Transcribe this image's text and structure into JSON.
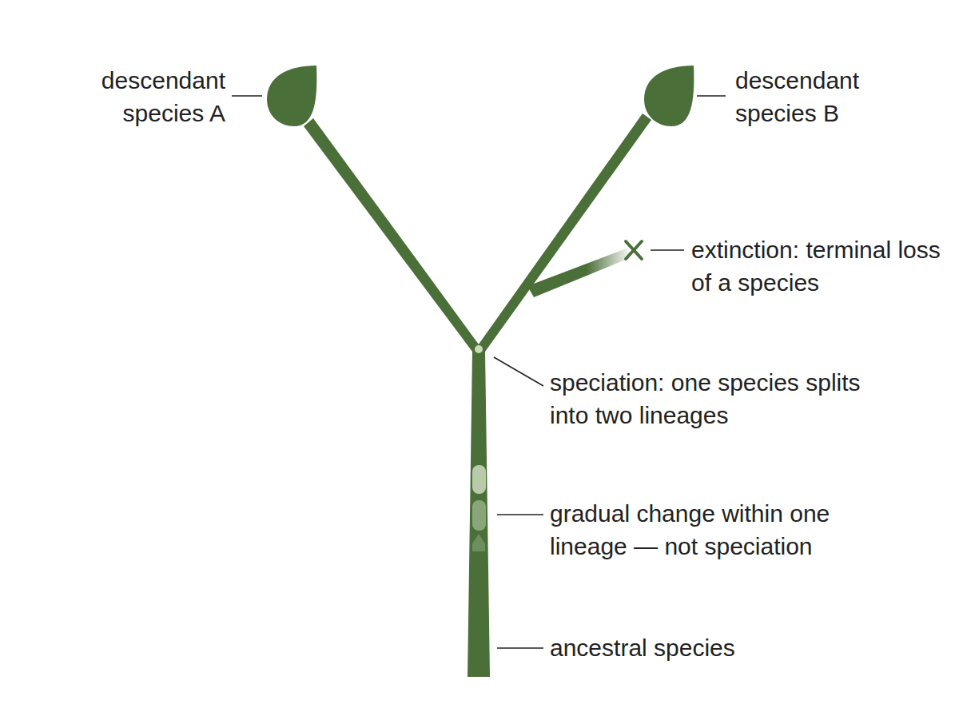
{
  "diagram": {
    "labels": [
      "descendant species A",
      "descendant species B",
      "extinction: terminal loss of a species",
      "speciation: one species splits into two lineages",
      "gradual change within one lineage — not speciation",
      "ancestral species"
    ]
  }
}
